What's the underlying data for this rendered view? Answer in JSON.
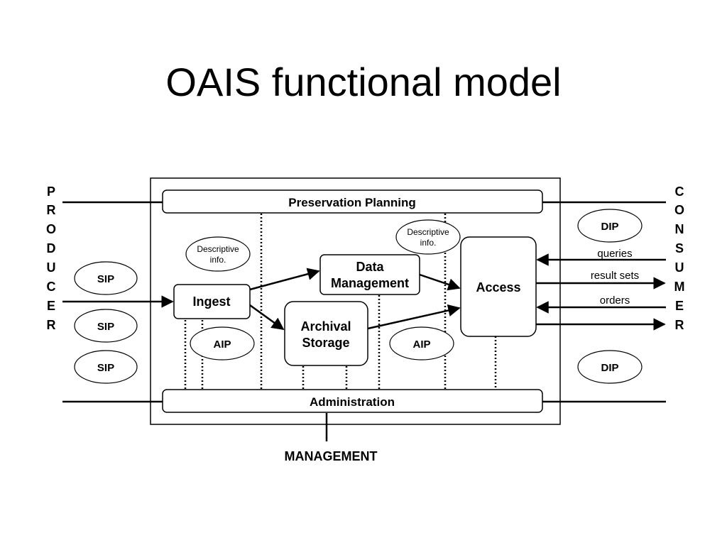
{
  "title": "OAIS functional model",
  "diagram": {
    "preservation_planning": "Preservation Planning",
    "administration": "Administration",
    "management": "MANAGEMENT",
    "producer": [
      "P",
      "R",
      "O",
      "D",
      "U",
      "C",
      "E",
      "R"
    ],
    "consumer": [
      "C",
      "O",
      "N",
      "S",
      "U",
      "M",
      "E",
      "R"
    ],
    "ingest": "Ingest",
    "data_management": [
      "Data",
      "Management"
    ],
    "archival_storage": [
      "Archival",
      "Storage"
    ],
    "access": "Access",
    "sip_1": "SIP",
    "sip_2": "SIP",
    "sip_3": "SIP",
    "aip_1": "AIP",
    "aip_2": "AIP",
    "dip_1": "DIP",
    "dip_2": "DIP",
    "desc_info_1": [
      "Descriptive",
      "info."
    ],
    "desc_info_2": [
      "Descriptive",
      "info."
    ],
    "queries": "queries",
    "result_sets": "result sets",
    "orders": "orders"
  }
}
